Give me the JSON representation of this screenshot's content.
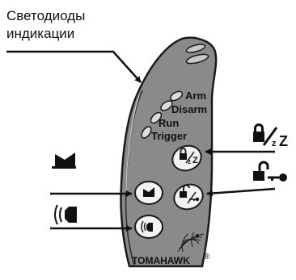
{
  "callout": {
    "line1": "Светодиоды",
    "line2": "индикации"
  },
  "leds": {
    "arm": "Arm",
    "disarm": "Disarm",
    "run": "Run",
    "trigger": "Trigger"
  },
  "brand": "TOMAHAWK",
  "registered": "®",
  "sleep_mark": "Z",
  "sleep_mark_small": "z",
  "colors": {
    "body": "#8a8a8a",
    "outline": "#1a1a1a",
    "led": "#dcdcdc",
    "button": "#f2f2f2"
  }
}
